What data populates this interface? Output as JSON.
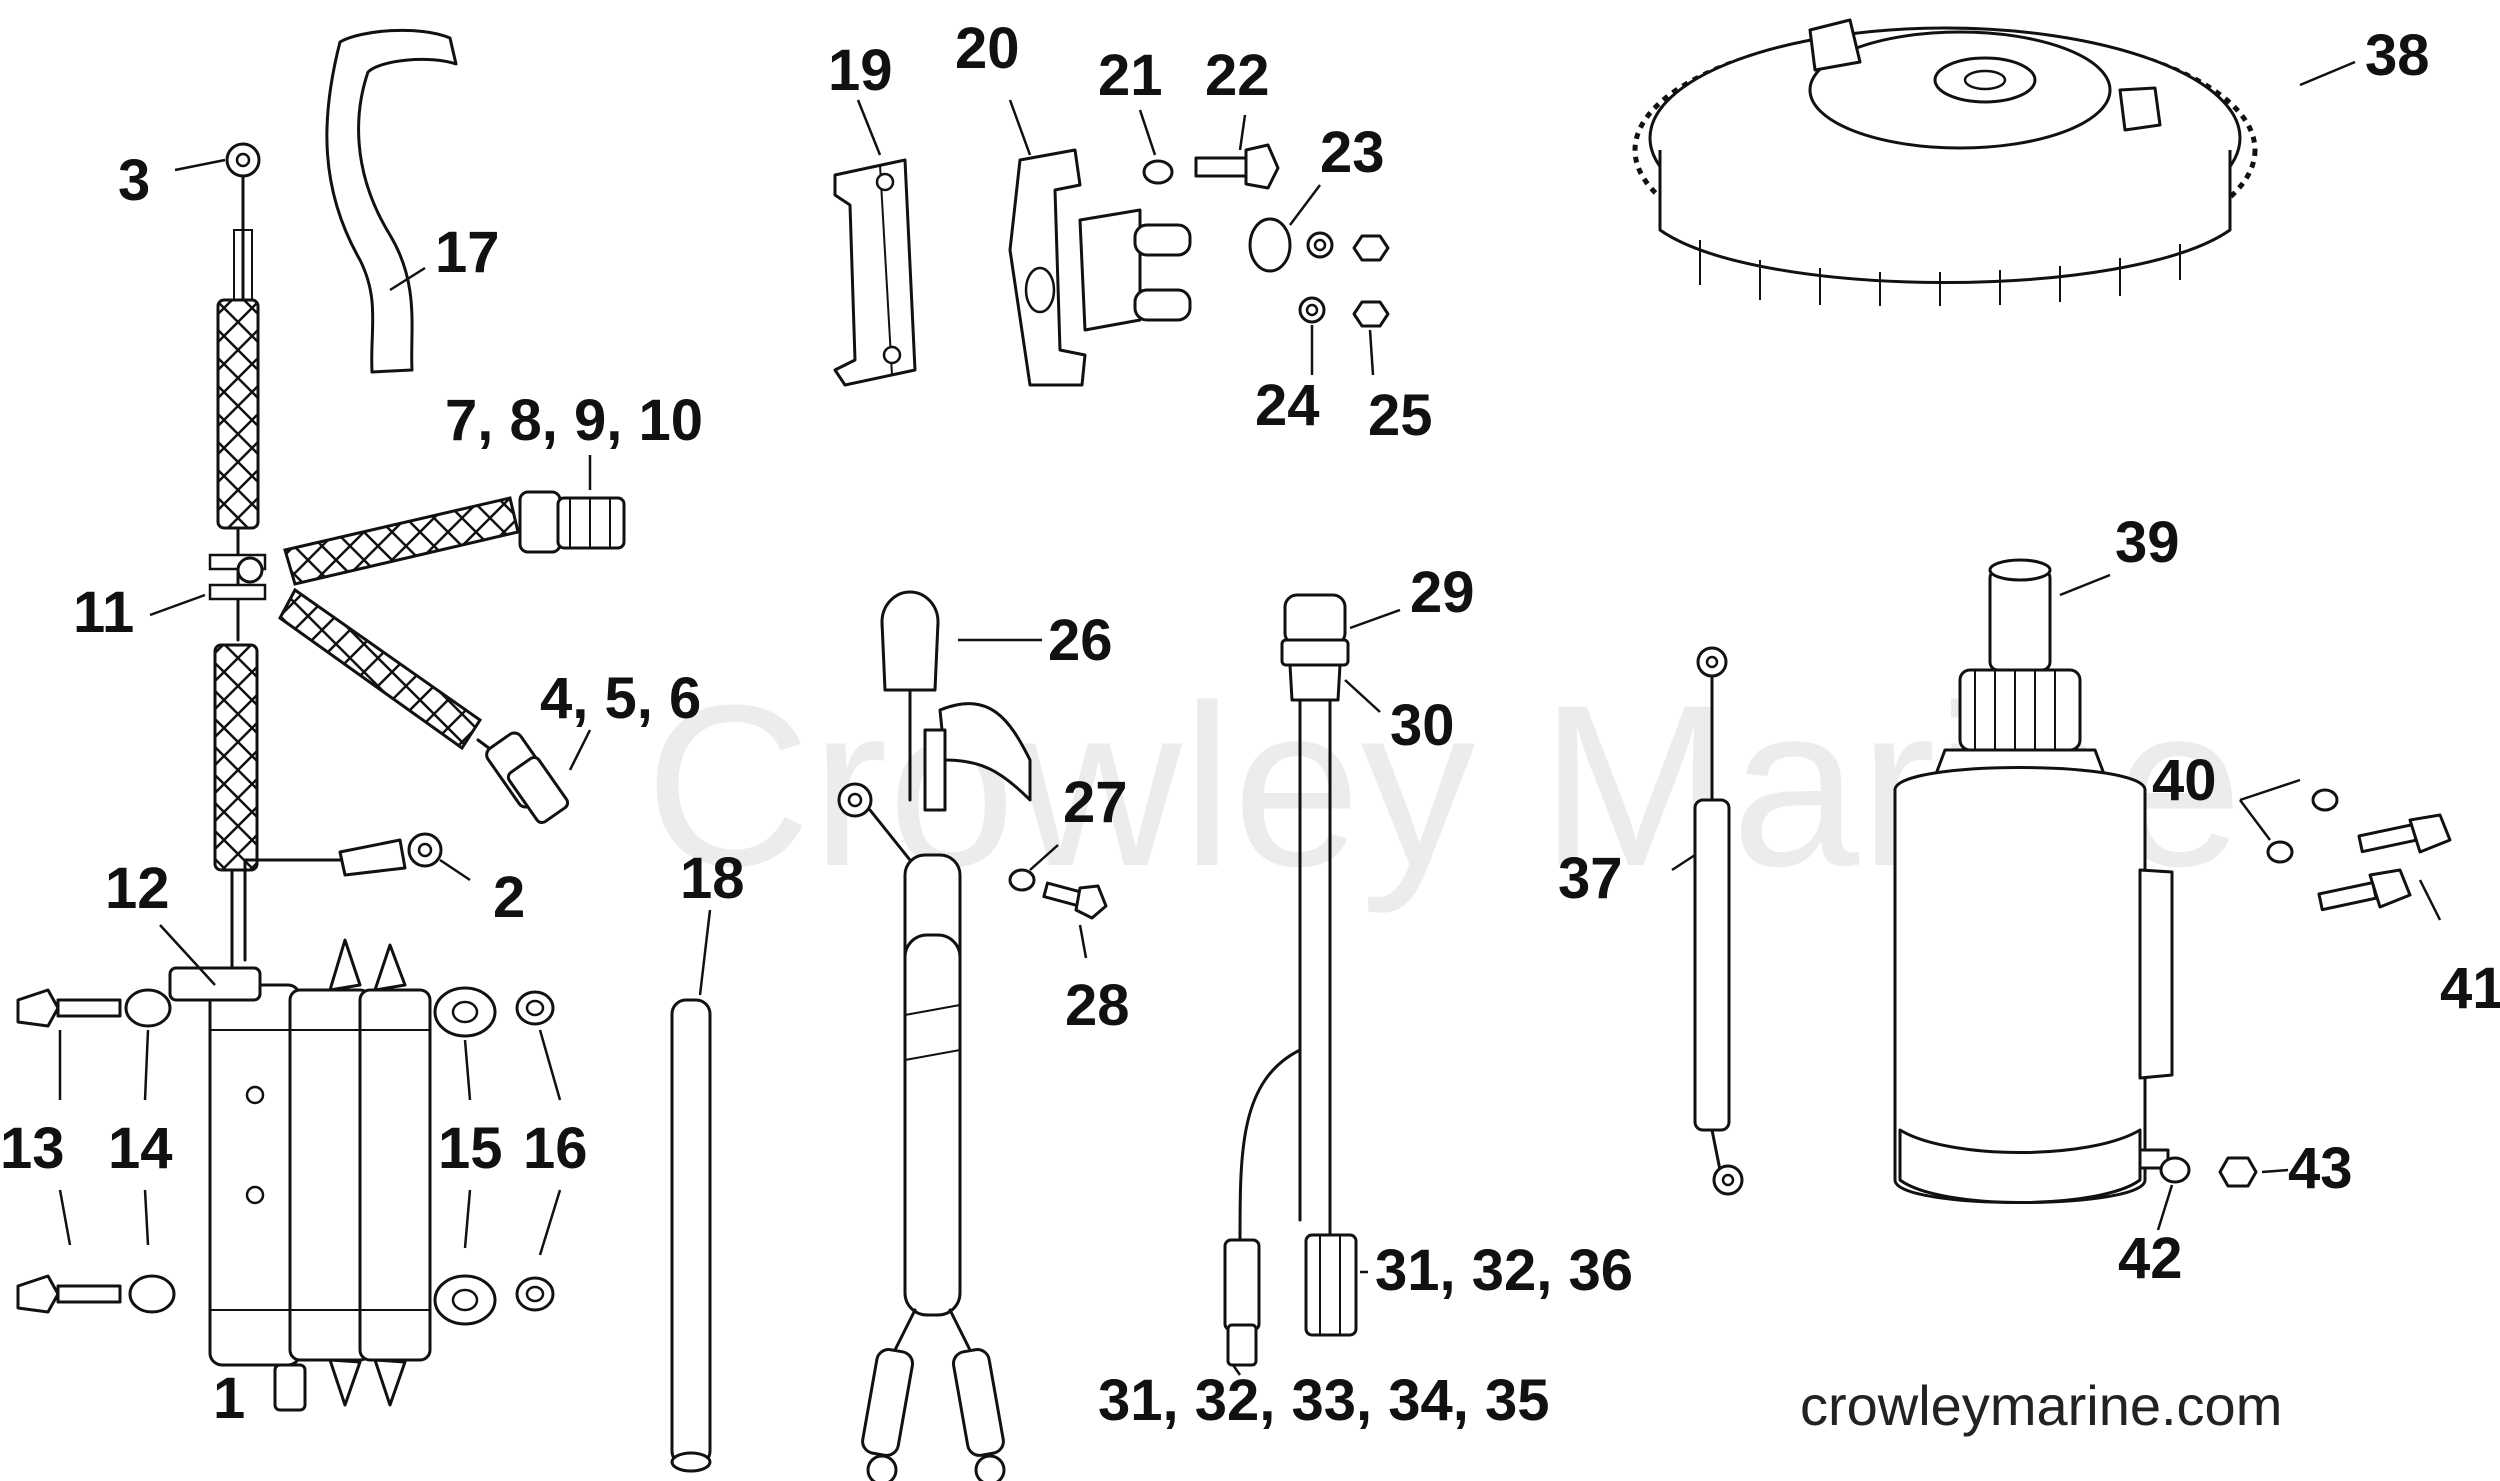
{
  "watermark": "Crowley Marine",
  "site": "crowleymarine.com",
  "callouts": [
    "1",
    "2",
    "3",
    "4, 5, 6",
    "7, 8, 9, 10",
    "11",
    "12",
    "13",
    "14",
    "15",
    "16",
    "17",
    "18",
    "19",
    "20",
    "21",
    "22",
    "23",
    "24",
    "25",
    "26",
    "27",
    "28",
    "29",
    "30",
    "31, 32, 36",
    "31, 32, 33, 34, 35",
    "37",
    "38",
    "39",
    "40",
    "41",
    "42",
    "43"
  ]
}
